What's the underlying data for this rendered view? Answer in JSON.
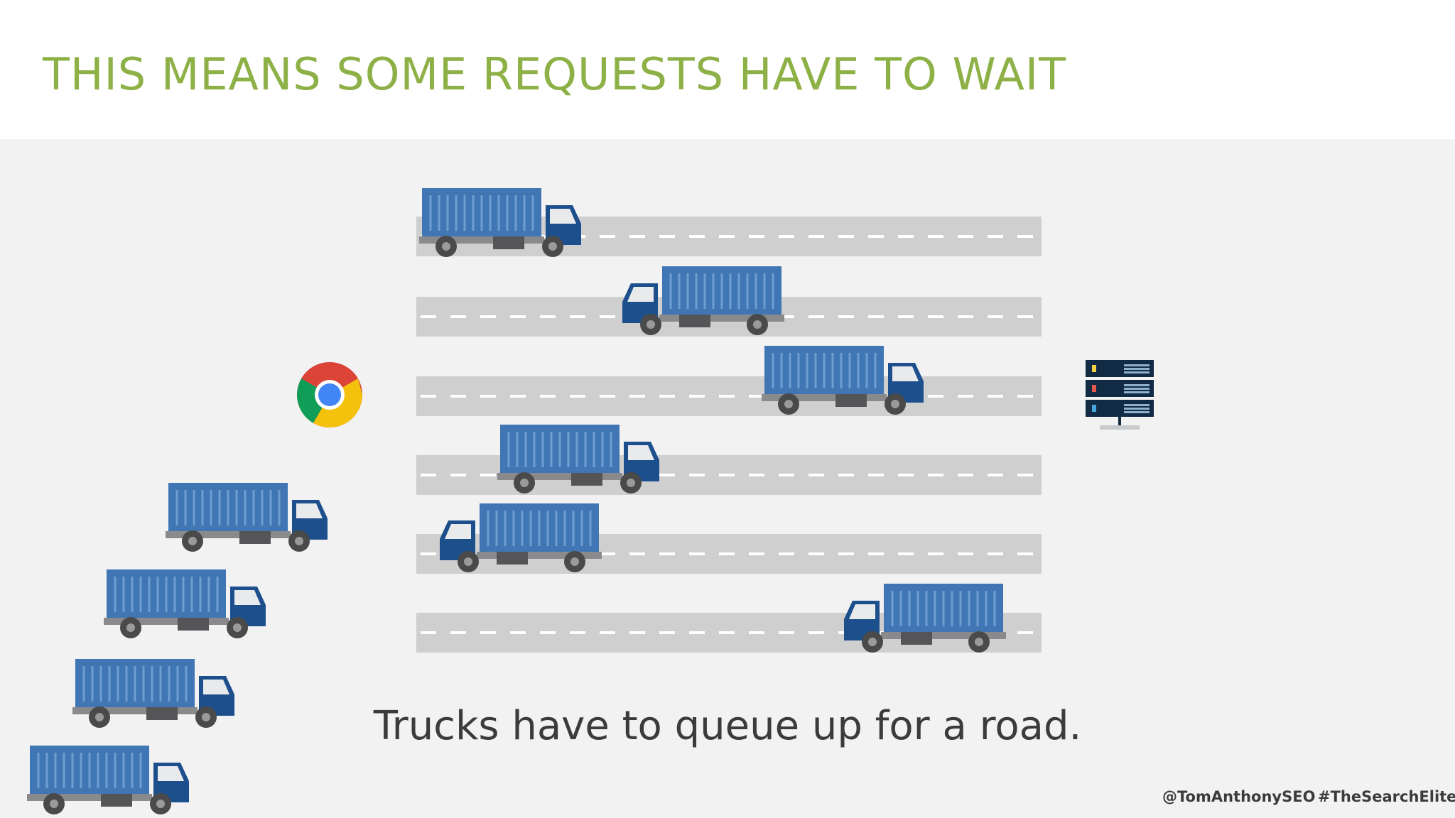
{
  "slide": {
    "title": "THIS MEANS SOME REQUESTS HAVE TO WAIT",
    "caption": "Trucks have to queue up for a road.",
    "footer_handle": "@TomAnthonySEO",
    "footer_hashtag": "#TheSearchElite"
  },
  "icons": {
    "browser": "chrome-browser-icon",
    "server": "server-rack-icon",
    "vehicle": "truck-icon"
  },
  "colors": {
    "title": "#8db146",
    "road": "#cfcfd0",
    "road_dash": "#ffffff",
    "container": "#3f76b3",
    "cab": "#1d4f8c",
    "wheel": "#4a4a4a",
    "server": "#112b45",
    "text": "#3b3b3b"
  },
  "scene": {
    "lane_count": 6,
    "trucks_on_roads": 6,
    "trucks_waiting": 4
  }
}
